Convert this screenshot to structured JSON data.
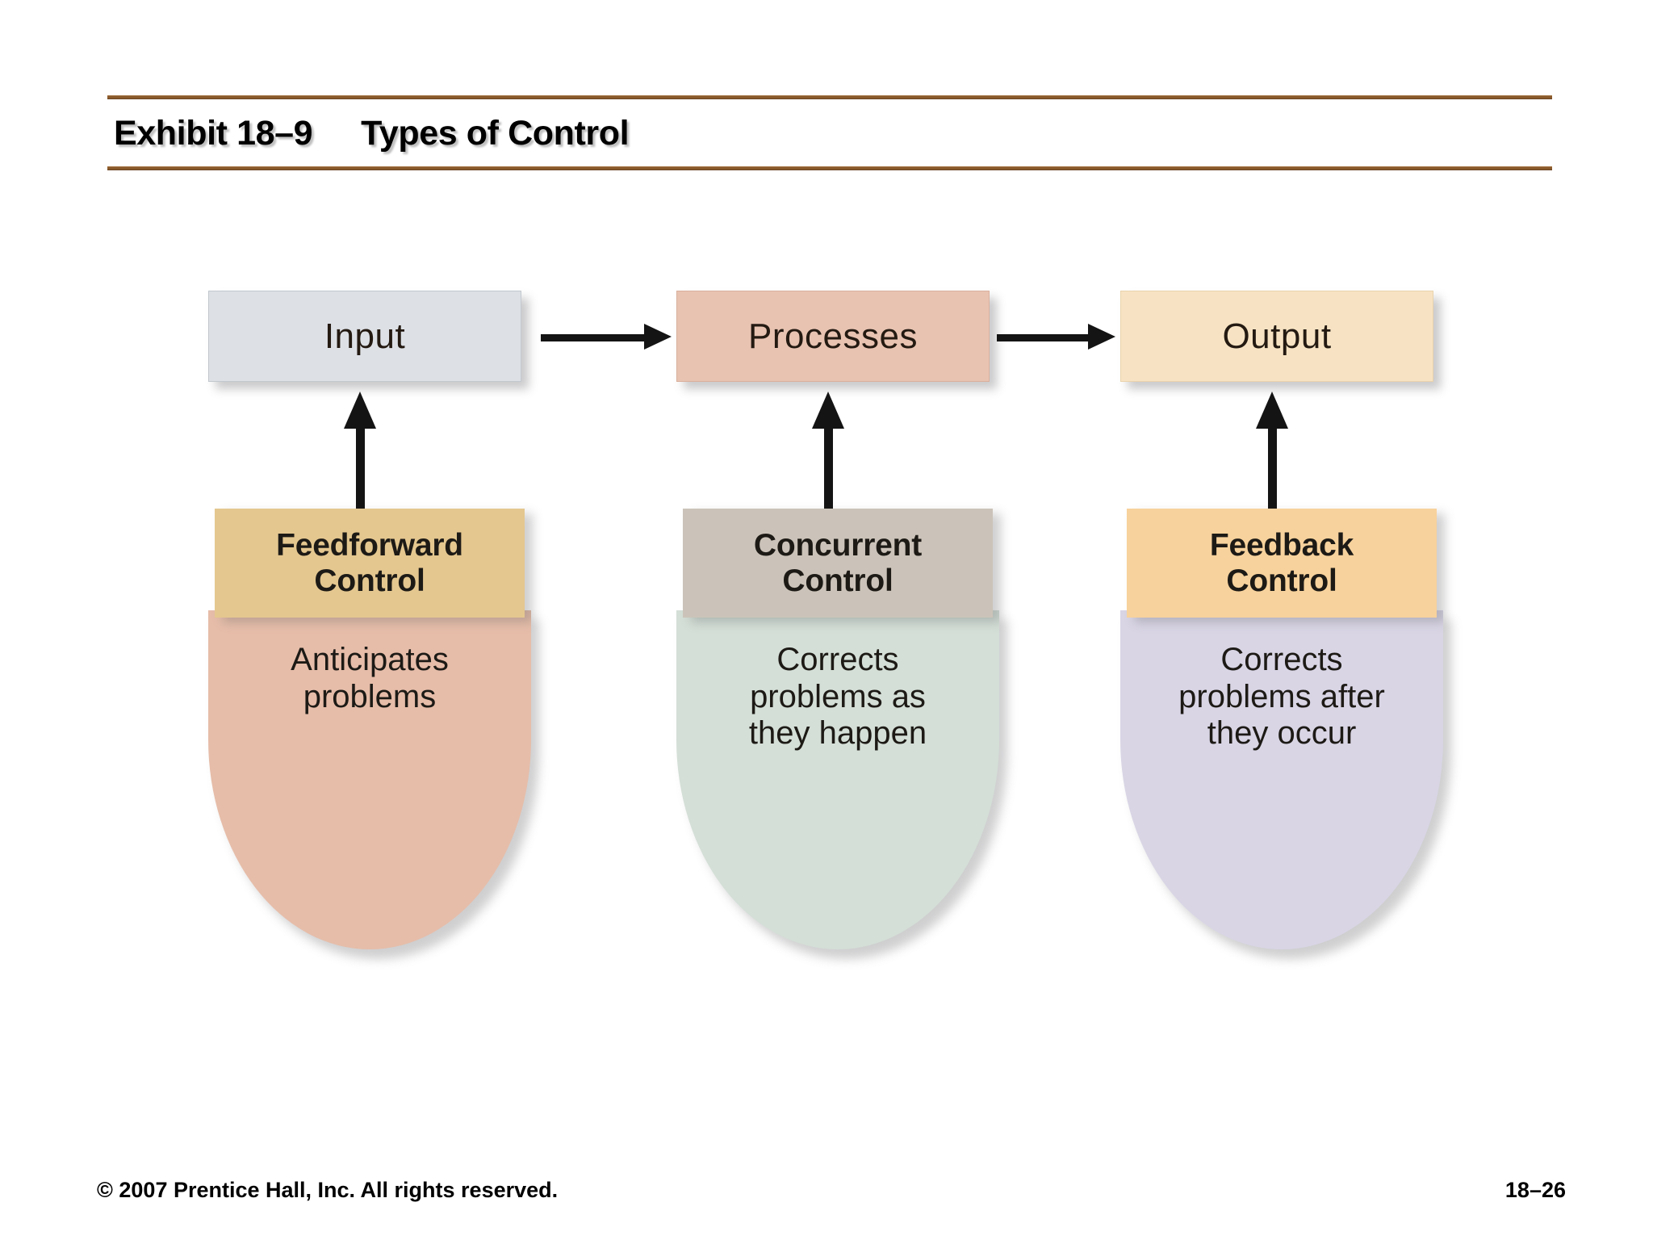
{
  "header": {
    "exhibit_label": "Exhibit 18–9",
    "title": "Types of Control",
    "rule_color": "#8a5a2b"
  },
  "diagram": {
    "flow": [
      {
        "id": "input",
        "label": "Input",
        "color": "#dde1e6"
      },
      {
        "id": "processes",
        "label": "Processes",
        "color": "#e8c3b2"
      },
      {
        "id": "output",
        "label": "Output",
        "color": "#f7e3c3"
      }
    ],
    "connectors": {
      "horizontal": [
        "input-to-processes-arrow",
        "processes-to-output-arrow"
      ],
      "vertical": [
        "feedforward-to-input-arrow",
        "concurrent-to-processes-arrow",
        "feedback-to-output-arrow"
      ],
      "color": "#141414"
    },
    "controls": [
      {
        "id": "feedforward",
        "title_line1": "Feedforward",
        "title_line2": "Control",
        "desc_lines": [
          "Anticipates",
          "problems"
        ],
        "cap_color": "#e4c78f",
        "body_color": "#e6bda9"
      },
      {
        "id": "concurrent",
        "title_line1": "Concurrent",
        "title_line2": "Control",
        "desc_lines": [
          "Corrects",
          "problems as",
          "they happen"
        ],
        "cap_color": "#cbc3b9",
        "body_color": "#d4dfd7"
      },
      {
        "id": "feedback",
        "title_line1": "Feedback",
        "title_line2": "Control",
        "desc_lines": [
          "Corrects",
          "problems after",
          "they occur"
        ],
        "cap_color": "#f7d29c",
        "body_color": "#d9d5e5"
      }
    ]
  },
  "footer": {
    "copyright": "© 2007 Prentice Hall, Inc. All rights reserved.",
    "page_number": "18–26"
  }
}
